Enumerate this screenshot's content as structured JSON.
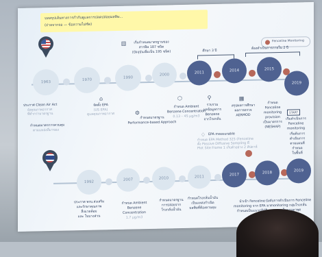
{
  "banner": {
    "line1": "บทสรุปเส้นทางการกำกับดูแลการปลดปล่อยมลพิษ...",
    "line2": "(ถ่ายจากจอ — ข้อความไม่ชัด)"
  },
  "legend": {
    "label": "Fenceline Monitoring",
    "dot_color": "#b8685a"
  },
  "us": {
    "years": [
      "1963",
      "1970",
      "1990",
      "2000",
      "2011",
      "2014",
      "2015",
      "2019"
    ],
    "labels": {
      "y1963": "ประกาศ Clean Air Act",
      "y1963_sub": "ยังคุณภาพอากาศ",
      "y1963_sub2": "ที่ต่ำกว่ามาตรฐาน",
      "law": "กำหนดมาตรการควบคุม",
      "law_sub": "ตามแหล่งที่มาของ",
      "y1970": "จัดตั้ง EPA",
      "y1970_sub": "(US EPA)",
      "y1970_sub2": "ดูแลคุณภาพอากาศ",
      "y1990_top": "เริ่มกำหนดมาตรฐานของ",
      "y1990_top2": "สารพิษ 187 ชนิด",
      "y1990_top3": "(ปัจจุบันเพิ่มเป็น 195 ชนิด)",
      "y1990_perf": "กำหนดมาตรฐาน",
      "y1990_perf2": "Performance-based Approach",
      "y2000": "กำหนด Ambient",
      "y2000_b": "Benzene Concentration",
      "y2000_c": "0.13 – 45 µg/m3",
      "y2011_a": "รวบรวม",
      "y2011_b": "ผลข้อมูลการ",
      "y2011_c": "Benzene",
      "y2011_d": "จากโรงกลั่น",
      "y2014_a": "สรุปผลการศึกษา",
      "y2014_b": "ผลการตรวจ",
      "y2014_c": "AERMOD",
      "y2015_a": "กำหนด",
      "y2015_b": "Fenceline",
      "y2015_c": "monitoring",
      "y2015_d": "provision",
      "y2015_e": "เป็นมาตรการ",
      "y2015_f": "(NESHAP)",
      "y2019_a": "เริ่มดำเนินการ",
      "y2019_b": "Fenceline",
      "y2019_c": "monitoring",
      "epa_meas": "EPA measurable",
      "epa_meas2": "กำหนด EPA Method 325 (Fenceline",
      "epa_meas3": "ตั้ง Passive Diffusive Sampling ที่",
      "epa_meas4": "Plot Site Frame 1 เก็บตัวอย่าง 2 สัปดาห์",
      "span1": "ศึกษา 3 ปี",
      "span2": "ต้องดำเนินการภายใน 2 ปี",
      "start": "START"
    }
  },
  "th": {
    "years": [
      "1992",
      "2007",
      "2010",
      "2011",
      "2017",
      "2018",
      "2019"
    ],
    "labels": {
      "y1992_a": "ประกาศ พรบ.ส่งเสริม",
      "y1992_b": "และรักษาคุณภาพ",
      "y1992_c": "สิ่งแวดล้อม",
      "y1992_d": "และ ในบางส่วน",
      "y2007_a": "กำหนด Ambient",
      "y2007_b": "Benzene",
      "y2007_c": "Concentration",
      "y2007_d": "1.7 µg/m3",
      "y2010_a": "กำหนดมาตรฐาน",
      "y2010_b": "การปล่อยจาก",
      "y2010_c": "โรงกลั่นน้ำมัน",
      "y2011_a": "กำหนดโรงกลั่นน้ำมัน",
      "y2011_b": "เป็นแหล่งกำเนิด",
      "y2011_c": "มลพิษที่ต้องควบคุม",
      "y2017_a": "นำเข้า Fenceline",
      "y2017_b": "monitoring จาก EPA มา",
      "y2017_c": "กำหนดเป็นแนวปฏิบัติ",
      "y2019_a": "บังคับการดำเนินการ Fenceline",
      "y2019_b": "monitoring กลุ่มโรงกลั่น",
      "y2019_c": "และ ในมาบตาพุด",
      "y2018_a": "เริ่มต้นการ",
      "y2018_b": "ดำเนินการ",
      "y2018_c": "ตามแผนที่",
      "y2018_d": "กำหนด",
      "y2018_e": "ในพื้นที่"
    }
  }
}
